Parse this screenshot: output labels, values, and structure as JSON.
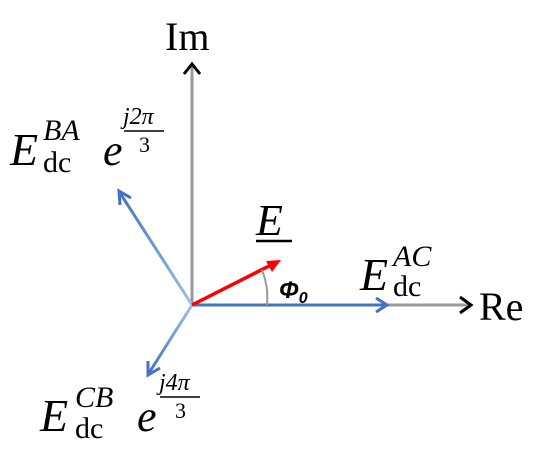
{
  "axes": {
    "imag_label": "Im",
    "real_label": "Re",
    "axis_color": "#9a9a9a",
    "arrowhead_color": "#000000"
  },
  "phasors": {
    "ac": {
      "main": "E",
      "sup": "AC",
      "sub": "dc",
      "color": "#4472c4"
    },
    "ba": {
      "main": "E",
      "sup": "BA",
      "sub": "dc",
      "exp_base": "e",
      "exp_num": "j2π",
      "exp_den": "3",
      "color": "#4472c4",
      "light_color": "#9dc3e6"
    },
    "cb": {
      "main": "E",
      "sup": "CB",
      "sub": "dc",
      "exp_base": "e",
      "exp_num": "j4π",
      "exp_den": "3",
      "color": "#4472c4",
      "light_color": "#9dc3e6"
    },
    "e": {
      "label": "E",
      "color": "#ff0000"
    }
  },
  "angle": {
    "label": "Φ",
    "sub": "0"
  }
}
